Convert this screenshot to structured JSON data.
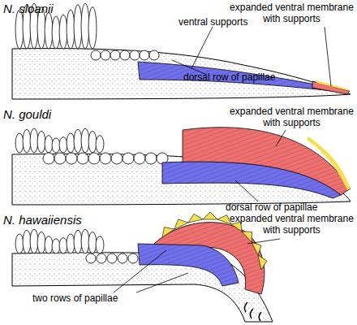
{
  "diagram": {
    "labels": [
      "N. sloanii",
      "ventral supports",
      "expanded ventral membrane with supports",
      "dorsal row of papillae",
      "N. gouldi",
      "expanded ventral membrane with supports",
      "dorsal row of papillae",
      "N. hawaiiensis",
      "expanded ventral membrane with supports",
      "two rows of papillae"
    ]
  }
}
